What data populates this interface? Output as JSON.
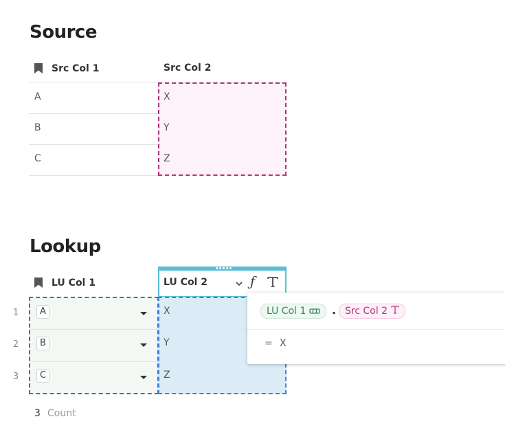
{
  "source": {
    "title": "Source",
    "columns": [
      "Src Col 1",
      "Src Col 2"
    ],
    "rows": [
      [
        "A",
        "X"
      ],
      [
        "B",
        "Y"
      ],
      [
        "C",
        "Z"
      ]
    ]
  },
  "lookup": {
    "title": "Lookup",
    "columns": [
      "LU Col 1",
      "LU Col 2"
    ],
    "row_numbers": [
      "1",
      "2",
      "3"
    ],
    "ref_values": [
      "A",
      "B",
      "C"
    ],
    "values": [
      "X",
      "Y",
      "Z"
    ],
    "count_value": "3",
    "count_label": "Count"
  },
  "formula": {
    "token1": "LU Col 1",
    "dot": ".",
    "token2": "Src Col 2",
    "result_prefix": "=",
    "result_value": "X"
  },
  "colors": {
    "pink_border": "#b5337a",
    "pink_fill": "#fdf2f8",
    "green_border": "#2e8b57",
    "green_fill": "#f3f8f5",
    "blue_border": "#3b82e0",
    "blue_fill": "#dcecf6",
    "header_selected": "#5bbdd4"
  }
}
